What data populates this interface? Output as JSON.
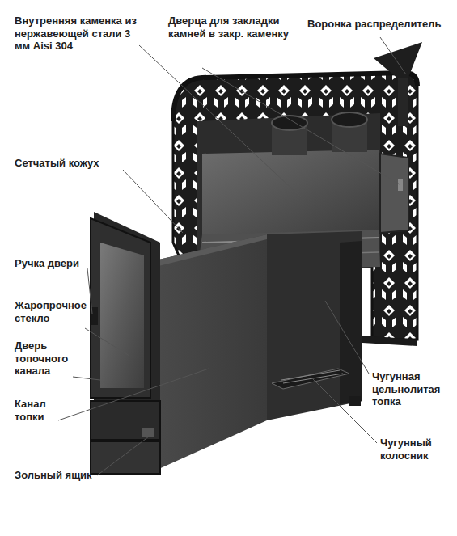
{
  "diagram": {
    "labels": [
      "Внутренняя каменка из нержавеющей стали 3 мм Aisi 304",
      "Дверца для закладки камней в закр. каменку",
      "Воронка распределитель",
      "Сетчатый кожух",
      "Ручка двери",
      "Жаропрочное стекло",
      "Дверь топочного канала",
      "Канал топки",
      "Зольный ящик",
      "Чугунная цельнолитая топка",
      "Чугунный колосник"
    ]
  }
}
